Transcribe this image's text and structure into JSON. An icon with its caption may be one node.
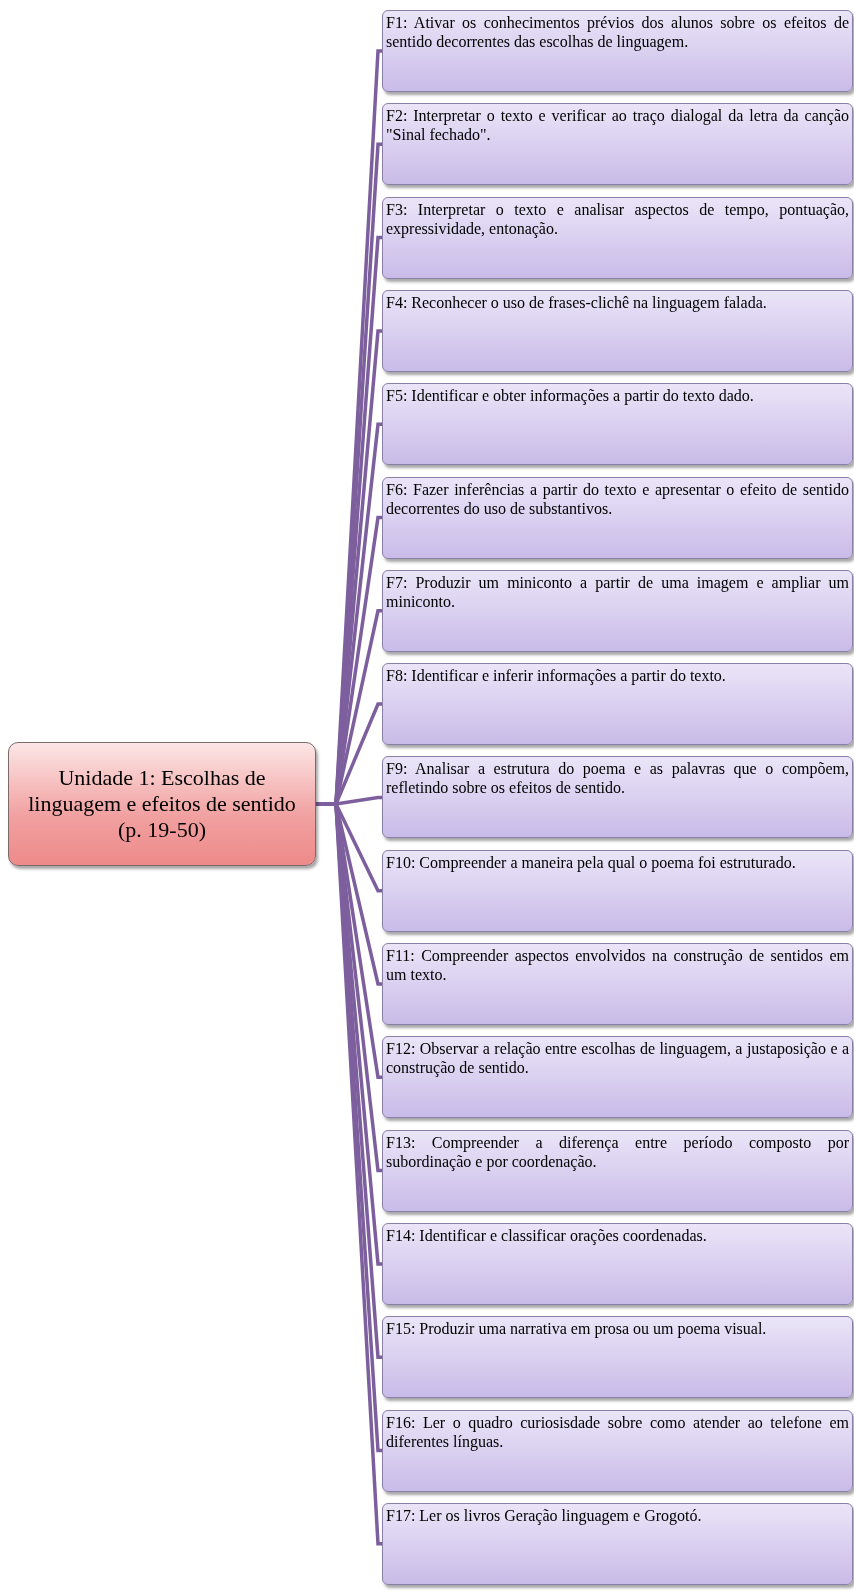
{
  "diagram": {
    "nodes": [
      {
        "text": [
          "Unidade 1: Escolhas de linguagem e efeitos de sentido (p. 19-50)"
        ]
      },
      {
        "text": [
          "F1: Ativar os conhecimentos prévios dos alunos sobre os efeitos de sentido decorrentes das escolhas de linguagem."
        ]
      },
      {
        "text": [
          "F2: Interpretar o texto e verificar ao traço dialogal da letra da canção \"Sinal fechado\"."
        ]
      },
      {
        "text": [
          "F3: Interpretar o texto e analisar aspectos de tempo, pontuação, expressividade, entonação."
        ]
      },
      {
        "text": [
          "F4: Reconhecer o uso de frases-clichê na linguagem falada."
        ]
      },
      {
        "text": [
          "F5: Identificar e obter informações a partir do texto dado."
        ]
      },
      {
        "text": [
          "F6: Fazer inferências a partir do texto e apresentar o efeito de sentido decorrentes do uso de substantivos."
        ]
      },
      {
        "text": [
          "F7: Produzir um miniconto  a partir de uma imagem  e ampliar um miniconto."
        ]
      },
      {
        "text": [
          "F8: Identificar e inferir informações a partir do texto."
        ]
      },
      {
        "text": [
          "F9: Analisar a estrutura do poema e as palavras que o compõem, refletindo sobre os efeitos de sentido."
        ]
      },
      {
        "text": [
          "F10: Compreender a maneira pela qual o poema foi estruturado."
        ]
      },
      {
        "text": [
          "F11: Compreender aspectos envolvidos na construção de sentidos em um texto."
        ]
      },
      {
        "text": [
          "F12: Observar a relação entre escolhas de linguagem, a justaposição e a construção de sentido."
        ]
      },
      {
        "text": [
          "F13: Compreender a diferença entre período composto por subordinação e por coordenação."
        ]
      },
      {
        "text": [
          "F14: Identificar e classificar orações coordenadas."
        ]
      },
      {
        "text": [
          "F15: Produzir uma narrativa em prosa ou um poema visual."
        ]
      },
      {
        "text": [
          "F16: Ler o quadro curiosisdade sobre como atender ao telefone em diferentes línguas."
        ]
      },
      {
        "text": [
          "F17: Ler os livros Geração linguagem e Grogotó."
        ]
      }
    ],
    "edges": [
      {
        "from": 0,
        "to": 1,
        "arrow": "none"
      },
      {
        "from": 0,
        "to": 2,
        "arrow": "none"
      },
      {
        "from": 0,
        "to": 3,
        "arrow": "none"
      },
      {
        "from": 0,
        "to": 4,
        "arrow": "none"
      },
      {
        "from": 0,
        "to": 5,
        "arrow": "none"
      },
      {
        "from": 0,
        "to": 6,
        "arrow": "none"
      },
      {
        "from": 0,
        "to": 7,
        "arrow": "none"
      },
      {
        "from": 0,
        "to": 8,
        "arrow": "none"
      },
      {
        "from": 0,
        "to": 9,
        "arrow": "none"
      },
      {
        "from": 0,
        "to": 10,
        "arrow": "none"
      },
      {
        "from": 0,
        "to": 11,
        "arrow": "none"
      },
      {
        "from": 0,
        "to": 12,
        "arrow": "none"
      },
      {
        "from": 0,
        "to": 13,
        "arrow": "none"
      },
      {
        "from": 0,
        "to": 14,
        "arrow": "none"
      },
      {
        "from": 0,
        "to": 15,
        "arrow": "none"
      },
      {
        "from": 0,
        "to": 16,
        "arrow": "none"
      },
      {
        "from": 0,
        "to": 17,
        "arrow": "none"
      }
    ]
  }
}
